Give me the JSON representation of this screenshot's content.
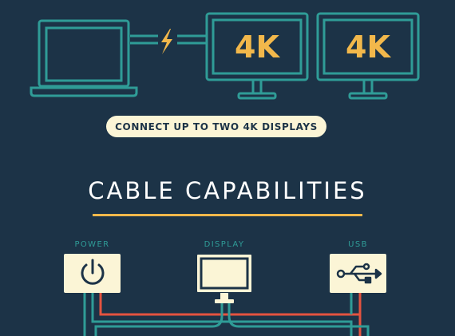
{
  "hero": {
    "display_1_label": "4K",
    "display_2_label": "4K",
    "connect_pill": "CONNECT UP TO TWO 4K DISPLAYS"
  },
  "section": {
    "title": "CABLE CAPABILITIES"
  },
  "capabilities": {
    "power": "POWER",
    "display": "DISPLAY",
    "usb": "USB"
  },
  "icons": {
    "laptop": "laptop-outline-icon",
    "thunderbolt": "lightning-bolt-icon",
    "monitor": "monitor-outline-icon",
    "power": "power-icon",
    "display": "display-icon",
    "usb": "usb-icon"
  },
  "colors": {
    "background": "#1c3347",
    "outline_teal": "#2f9c97",
    "accent_yellow": "#f2b84b",
    "pill_cream": "#fbf5d6",
    "wire_red": "#e5533f",
    "wire_teal": "#2f9c97"
  }
}
